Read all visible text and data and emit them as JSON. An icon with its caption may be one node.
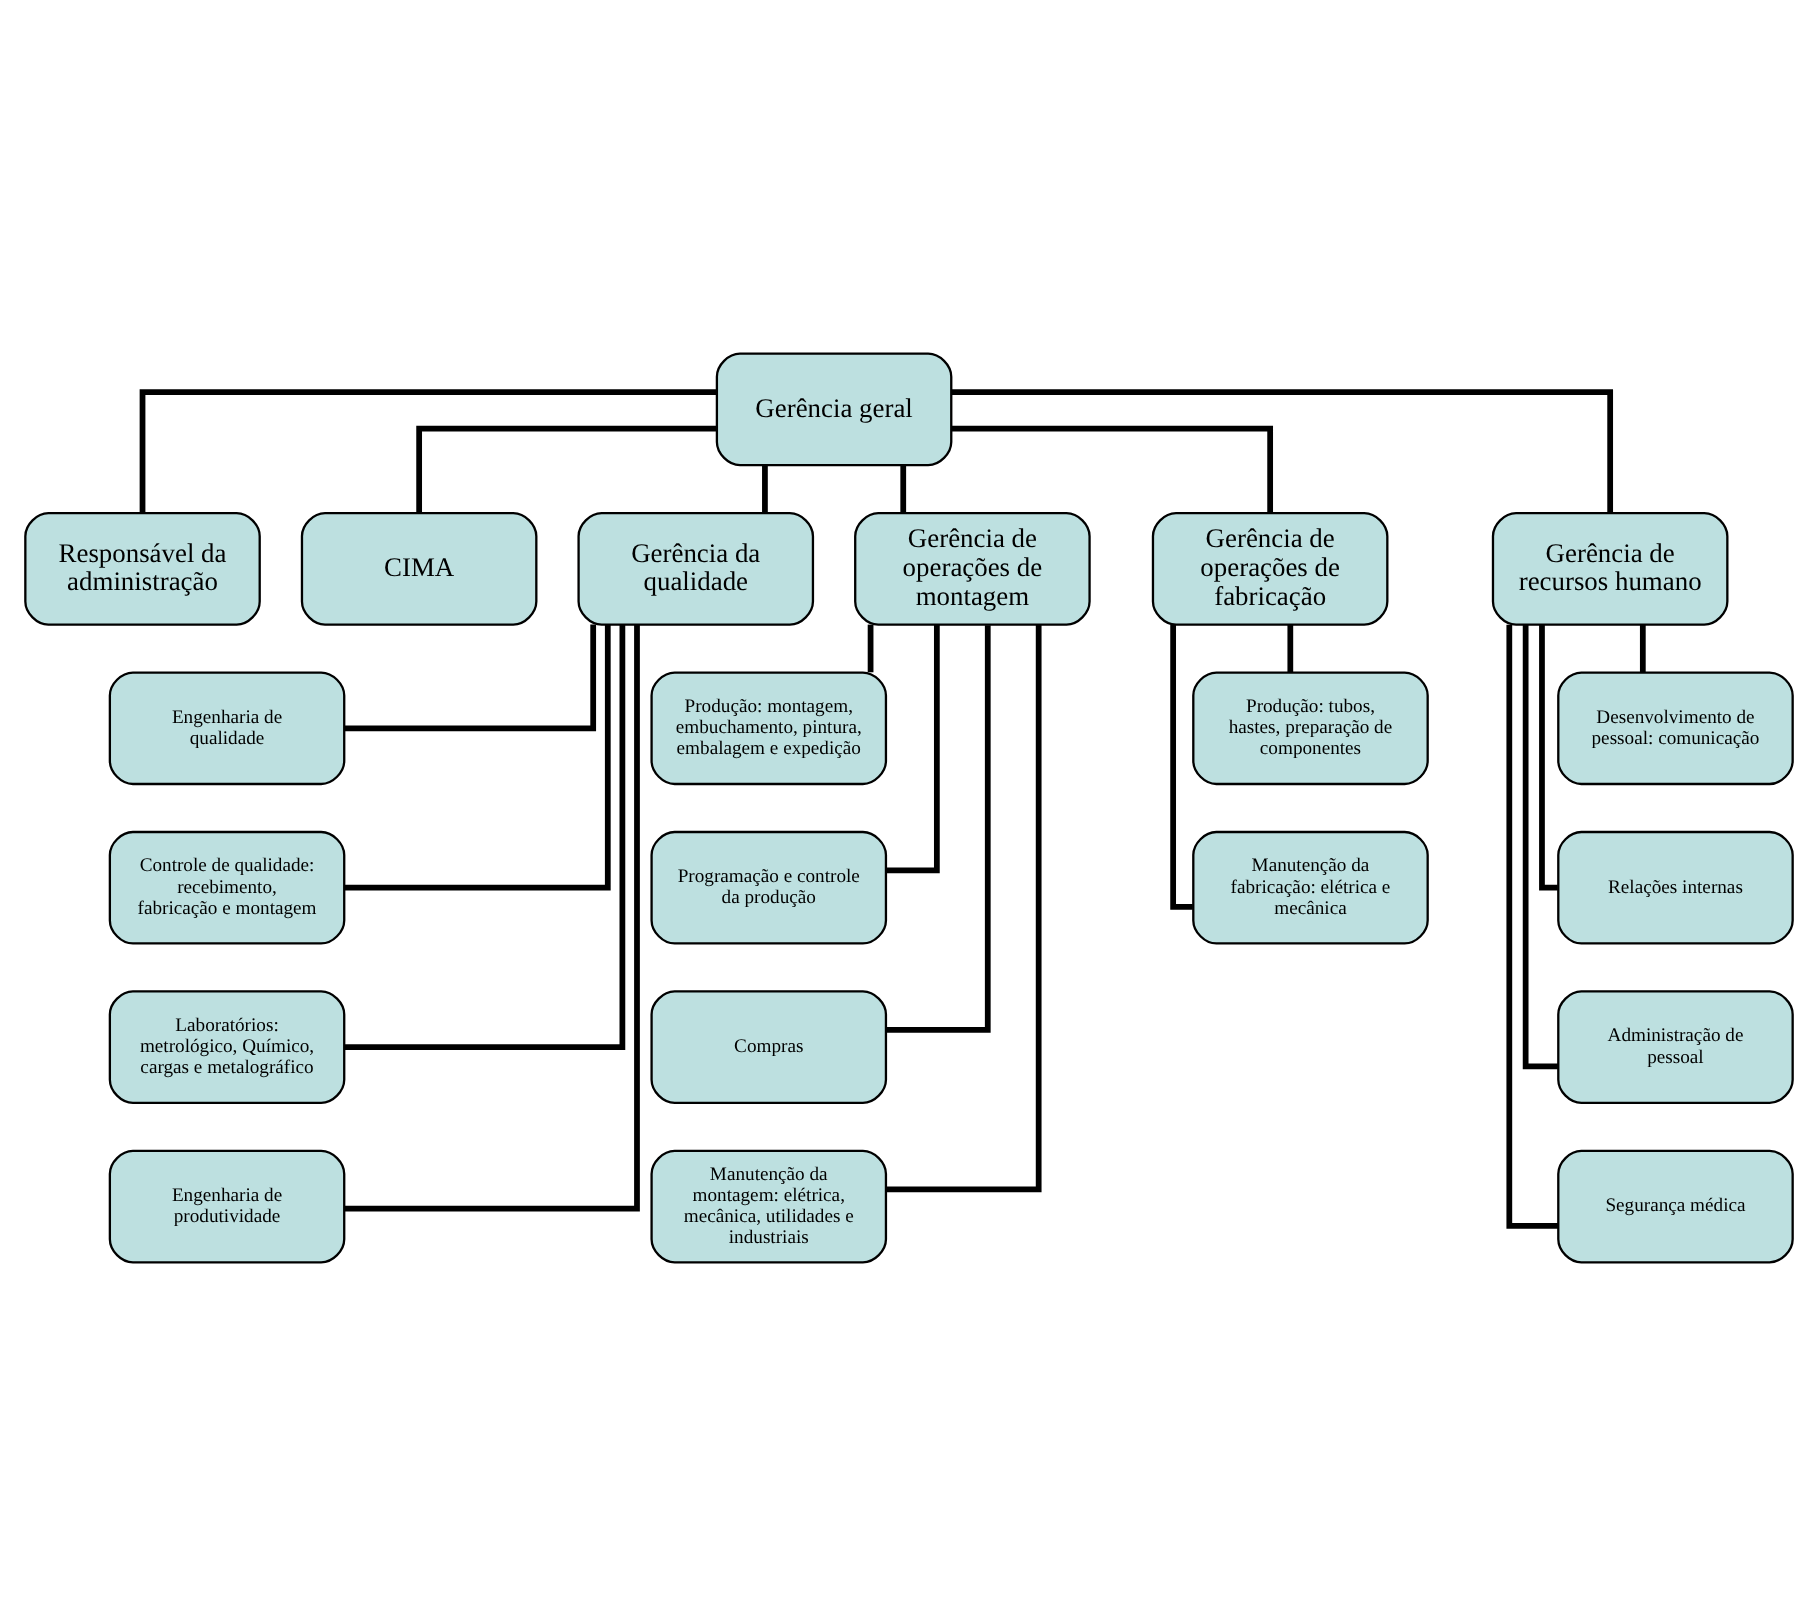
{
  "diagram": {
    "nodes": [
      {
        "text": [
          "Gerência geral"
        ]
      },
      {
        "text": [
          "Responsável da administração"
        ]
      },
      {
        "text": [
          "CIMA"
        ]
      },
      {
        "text": [
          "Gerência da qualidade"
        ]
      },
      {
        "text": [
          "Gerência de operações de montagem"
        ]
      },
      {
        "text": [
          "Gerência de operações de fabricação"
        ]
      },
      {
        "text": [
          "Gerência de recursos humano"
        ]
      },
      {
        "text": [
          "Engenharia de qualidade"
        ]
      },
      {
        "text": [
          "Controle de qualidade: recebimento, fabricação e montagem"
        ]
      },
      {
        "text": [
          "Laboratórios: metrológico, Químico, cargas e metalográfico"
        ]
      },
      {
        "text": [
          "Engenharia de produtividade"
        ]
      },
      {
        "text": [
          "Produção: montagem, embuchamento, pintura, embalagem e expedição"
        ]
      },
      {
        "text": [
          "Programação e controle da produção"
        ]
      },
      {
        "text": [
          "Compras"
        ]
      },
      {
        "text": [
          "Manutenção da montagem: elétrica, mecânica, utilidades e industriais"
        ]
      },
      {
        "text": [
          "Produção: tubos, hastes, preparação de componentes"
        ]
      },
      {
        "text": [
          "Manutenção da fabricação: elétrica e mecânica"
        ]
      },
      {
        "text": [
          "Desenvolvimento de pessoal: comunicação"
        ]
      },
      {
        "text": [
          "Relações internas"
        ]
      },
      {
        "text": [
          "Administração de pessoal"
        ]
      },
      {
        "text": [
          "Segurança médica"
        ]
      }
    ],
    "edges": [
      {
        "from": 0,
        "to": 1,
        "arrow": "none"
      },
      {
        "from": 0,
        "to": 2,
        "arrow": "none"
      },
      {
        "from": 0,
        "to": 3,
        "arrow": "none"
      },
      {
        "from": 0,
        "to": 4,
        "arrow": "none"
      },
      {
        "from": 0,
        "to": 5,
        "arrow": "none"
      },
      {
        "from": 0,
        "to": 6,
        "arrow": "none"
      },
      {
        "from": 3,
        "to": 7,
        "arrow": "none"
      },
      {
        "from": 3,
        "to": 8,
        "arrow": "none"
      },
      {
        "from": 3,
        "to": 9,
        "arrow": "none"
      },
      {
        "from": 3,
        "to": 10,
        "arrow": "none"
      },
      {
        "from": 4,
        "to": 11,
        "arrow": "none"
      },
      {
        "from": 4,
        "to": 12,
        "arrow": "none"
      },
      {
        "from": 4,
        "to": 13,
        "arrow": "none"
      },
      {
        "from": 4,
        "to": 14,
        "arrow": "none"
      },
      {
        "from": 5,
        "to": 15,
        "arrow": "none"
      },
      {
        "from": 5,
        "to": 16,
        "arrow": "none"
      },
      {
        "from": 6,
        "to": 17,
        "arrow": "none"
      },
      {
        "from": 6,
        "to": 18,
        "arrow": "none"
      },
      {
        "from": 6,
        "to": 19,
        "arrow": "none"
      },
      {
        "from": 6,
        "to": 20,
        "arrow": "none"
      }
    ]
  }
}
